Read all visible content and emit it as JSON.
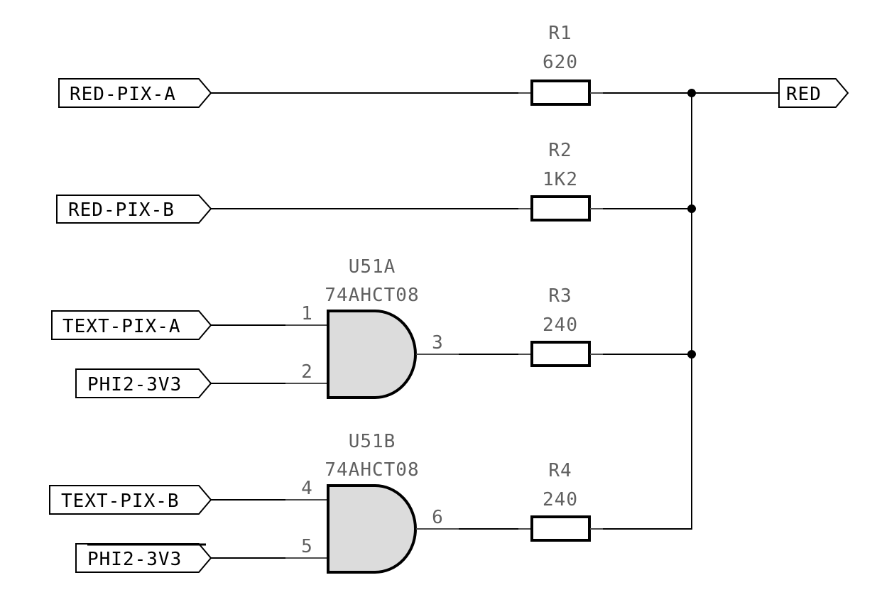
{
  "schematic": {
    "input_labels": [
      {
        "id": "red-pix-a",
        "text": "RED-PIX-A"
      },
      {
        "id": "red-pix-b",
        "text": "RED-PIX-B"
      },
      {
        "id": "text-pix-a",
        "text": "TEXT-PIX-A"
      },
      {
        "id": "phi2-3v3-a",
        "text": "PHI2-3V3"
      },
      {
        "id": "text-pix-b",
        "text": "TEXT-PIX-B"
      },
      {
        "id": "phi2-3v3-b",
        "text": "PHI2-3V3"
      }
    ],
    "output_label": {
      "id": "red",
      "text": "RED"
    },
    "resistors": [
      {
        "ref": "R1",
        "value": "620"
      },
      {
        "ref": "R2",
        "value": "1K2"
      },
      {
        "ref": "R3",
        "value": "240"
      },
      {
        "ref": "R4",
        "value": "240"
      }
    ],
    "gates": [
      {
        "ref": "U51A",
        "part": "74AHCT08",
        "pins": {
          "in1": "1",
          "in2": "2",
          "out": "3"
        }
      },
      {
        "ref": "U51B",
        "part": "74AHCT08",
        "pins": {
          "in1": "4",
          "in2": "5",
          "out": "6"
        }
      }
    ]
  }
}
